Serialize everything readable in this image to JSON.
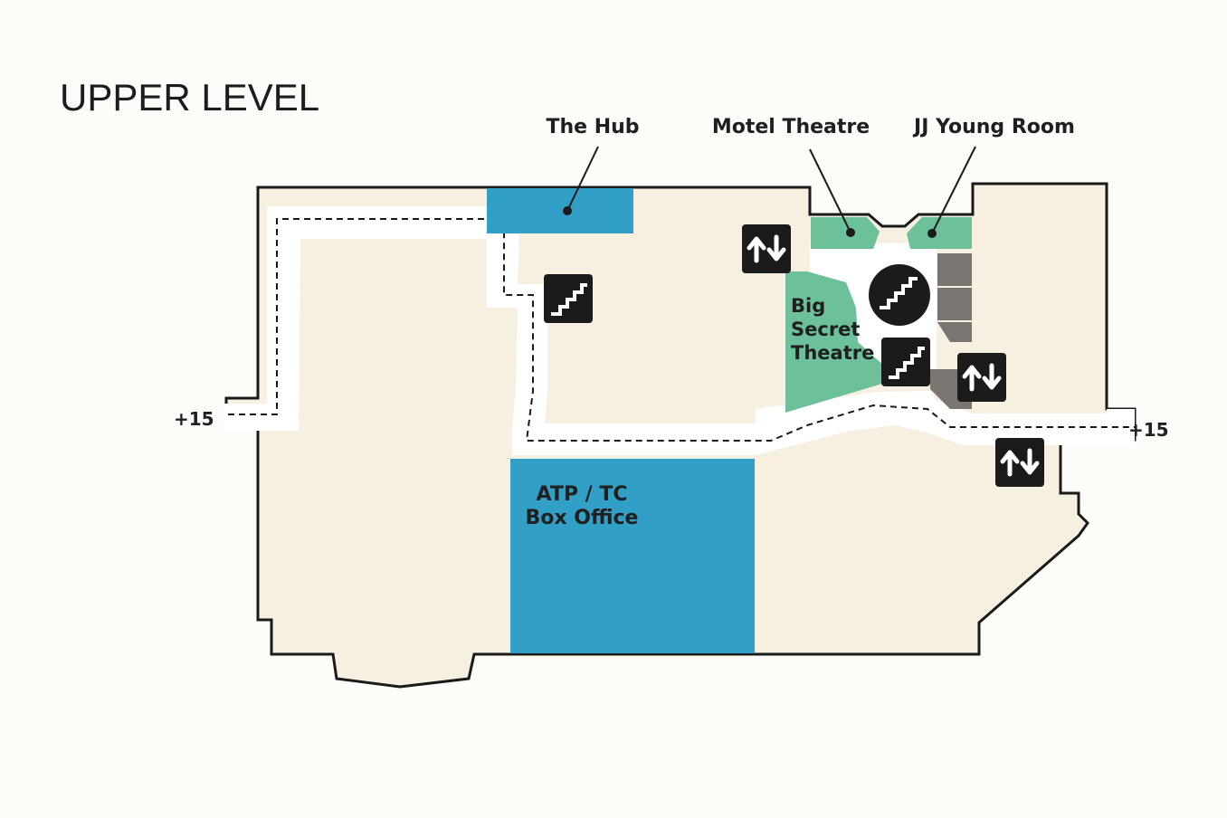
{
  "map": {
    "level_title": "UPPER LEVEL",
    "colors": {
      "background": "#fdfcf8",
      "floor": "#f7efe0",
      "corridor": "#ffffff",
      "outline": "#1a1a1a",
      "blue_room": "#319fc6",
      "green_room": "#6cc09a",
      "stairs_gray": "#7a7571",
      "icon_dark": "#1b1b1b"
    },
    "labels": {
      "the_hub": "The Hub",
      "motel_theatre": "Motel Theatre",
      "jj_young_room": "JJ Young Room",
      "big_secret_line1": "Big",
      "big_secret_line2": "Secret",
      "big_secret_line3": "Theatre",
      "box_office_line1": "ATP / TC",
      "box_office_line2": "Box Office",
      "skywalk_left": "+15",
      "skywalk_right": "+15"
    },
    "icons": [
      "elevator-icon",
      "stairs-icon",
      "elevator-icon",
      "elevator-icon",
      "stairs-icon",
      "stairs-icon",
      "stairs-icon"
    ]
  }
}
